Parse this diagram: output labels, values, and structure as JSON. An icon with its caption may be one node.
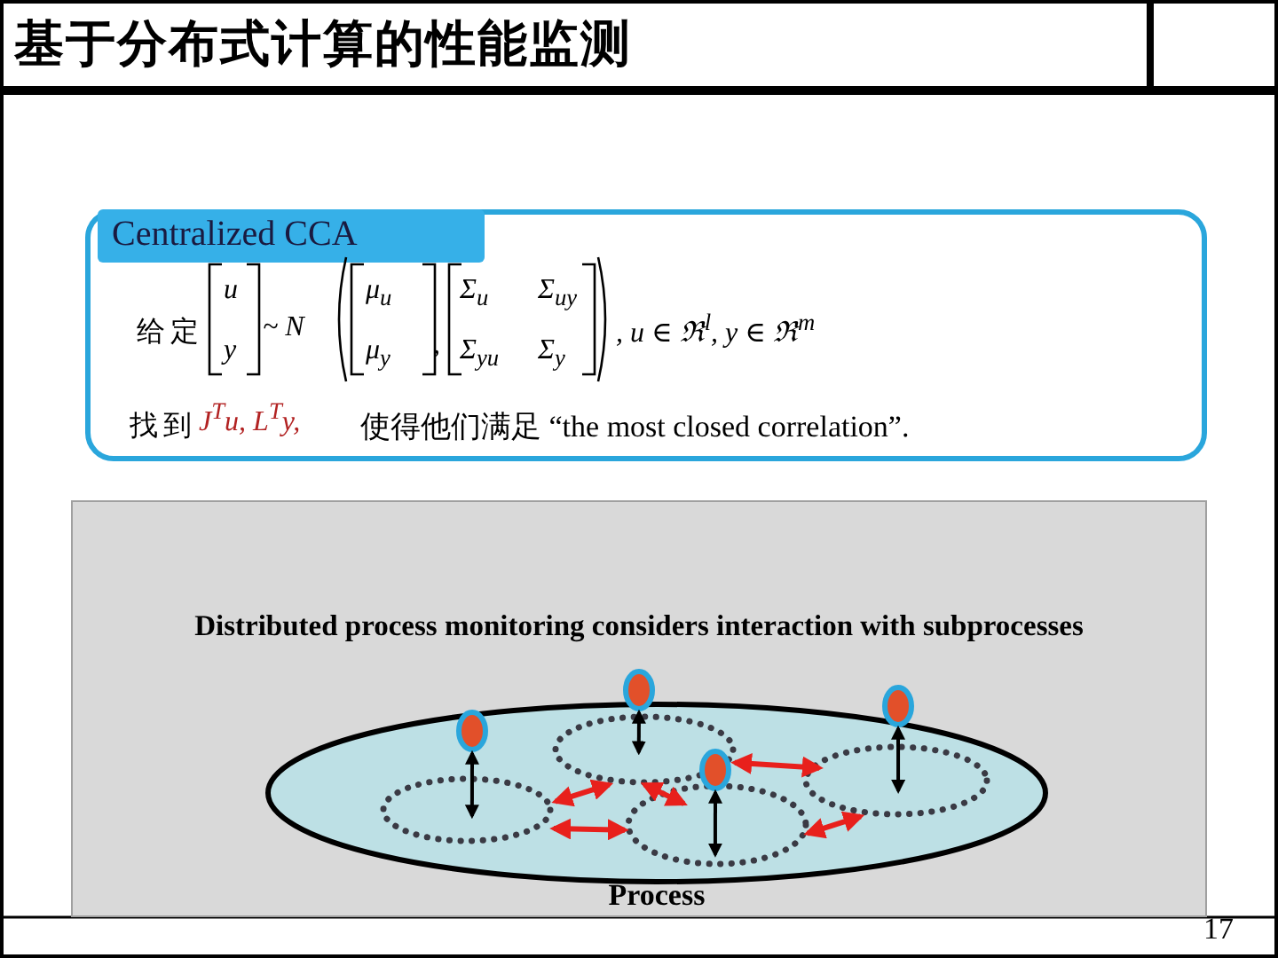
{
  "diagram": {
    "title": "基于分布式计算的性能监测",
    "nodes": [
      {
        "text": [
          "Centralized CCA",
          "给定",
          "找到",
          "使得他们满足 “the most closed correlation”."
        ]
      },
      {
        "text": [
          "Distributed process monitoring considers interaction with subprocesses"
        ]
      },
      {
        "text": [
          "Process"
        ],
        "in": 1
      },
      {
        "text": [],
        "shape": "ellipse",
        "in": 2
      },
      {
        "text": [],
        "shape": "ellipse",
        "in": 2
      },
      {
        "text": [],
        "shape": "ellipse",
        "in": 2
      },
      {
        "text": [],
        "shape": "ellipse",
        "in": 2
      },
      {
        "text": [],
        "shape": "circle",
        "in": 2
      },
      {
        "text": [],
        "shape": "circle",
        "in": 1
      },
      {
        "text": [],
        "shape": "circle",
        "in": 2
      },
      {
        "text": [],
        "shape": "circle",
        "in": 1
      }
    ],
    "edges": [
      {
        "from": 7,
        "to": 3,
        "arrow": "both",
        "color": "#000000"
      },
      {
        "from": 8,
        "to": 4,
        "arrow": "both",
        "color": "#000000"
      },
      {
        "from": 9,
        "to": 5,
        "arrow": "both",
        "color": "#000000"
      },
      {
        "from": 10,
        "to": 6,
        "arrow": "both",
        "color": "#000000"
      },
      {
        "from": 3,
        "to": 4,
        "arrow": "both"
      },
      {
        "from": 4,
        "to": 5,
        "arrow": "both"
      },
      {
        "from": 3,
        "to": 5,
        "arrow": "both"
      },
      {
        "from": 4,
        "to": 6,
        "arrow": "both"
      },
      {
        "from": 5,
        "to": 6,
        "arrow": "both"
      }
    ],
    "labels": [
      "u",
      "~ N",
      "μ$_{u}$",
      ",",
      "Σ$_{u}$",
      "Σ$_{uy}$",
      ", u ∈ ℜ$^{l}$, y ∈ ℜ$^{m}$",
      "y",
      "μ$_{y}$",
      "Σ$_{yu}$",
      "Σ$_{y}$",
      "J$^{T}$u, L$^{T}$y,",
      "17"
    ]
  }
}
